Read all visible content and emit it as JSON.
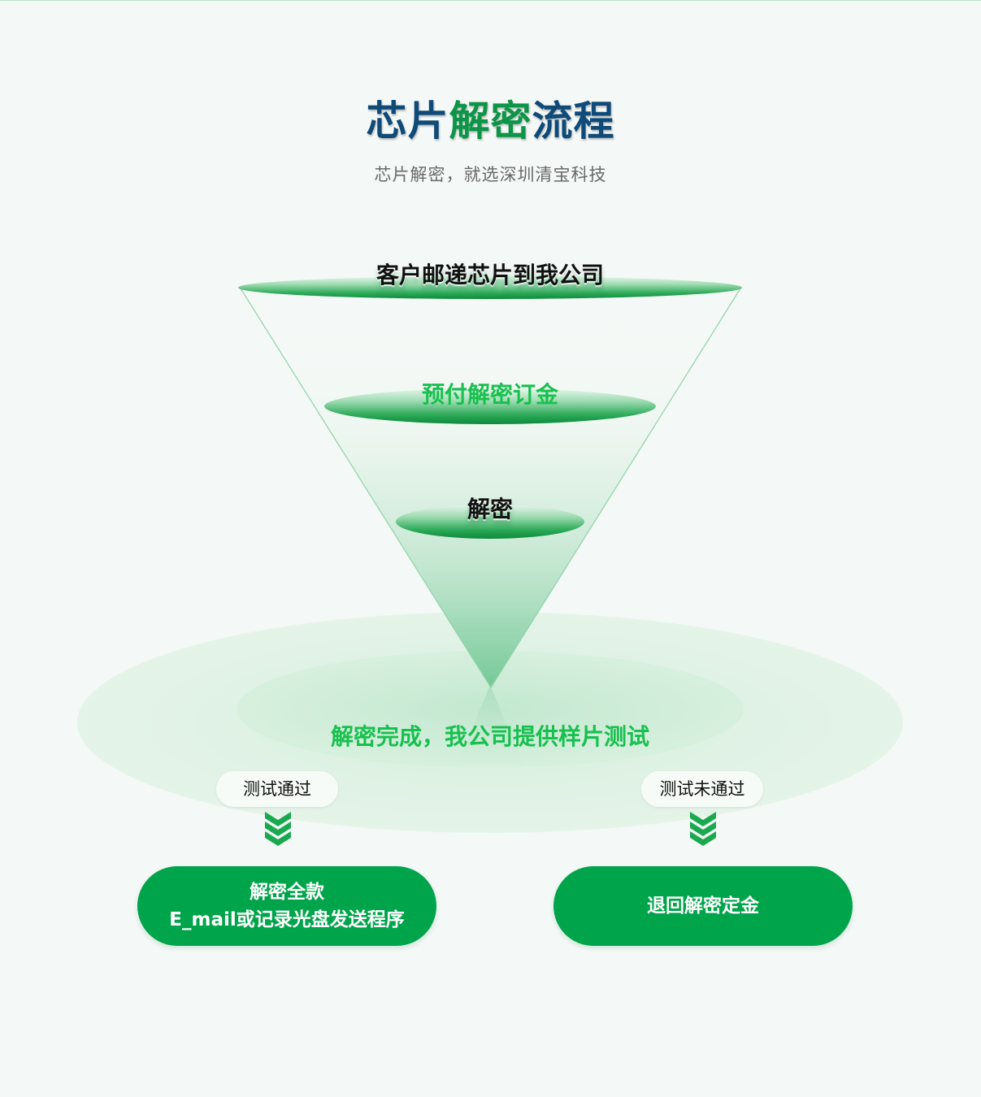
{
  "header": {
    "title_part1": "芯片",
    "title_part2": "解密",
    "title_part3": "流程",
    "subtitle": "芯片解密，就选深圳清宝科技"
  },
  "steps": [
    {
      "label": "客户邮递芯片到我公司"
    },
    {
      "label": "预付解密订金"
    },
    {
      "label": "解密"
    }
  ],
  "result": {
    "label": "解密完成，我公司提供样片测试"
  },
  "branches": {
    "pass": {
      "badge": "测试通过",
      "action_line1": "解密全款",
      "action_line2": "E_mail或记录光盘发送程序"
    },
    "fail": {
      "badge": "测试未通过",
      "action": "退回解密定金"
    }
  },
  "colors": {
    "accent_green": "#00a44a",
    "title_blue": "#0f4a78",
    "highlight_green": "#18c04f"
  }
}
